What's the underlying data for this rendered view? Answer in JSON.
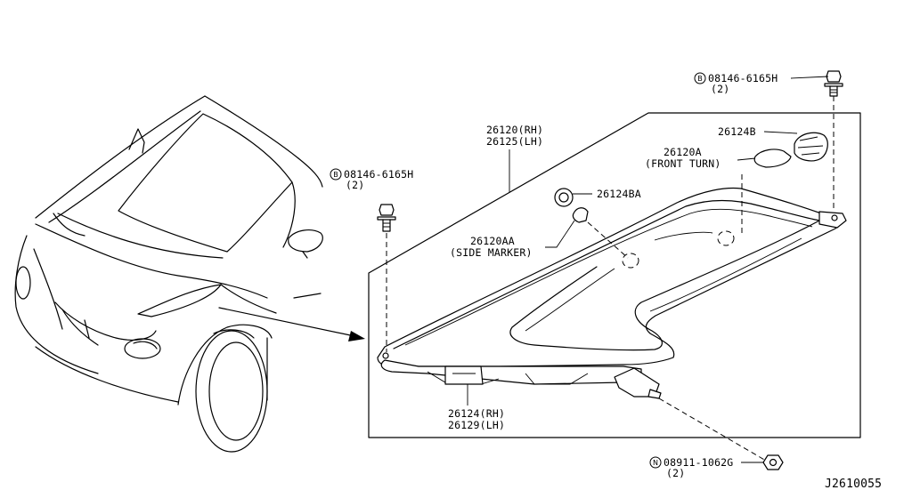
{
  "diagram": {
    "figure_id": "J2610055",
    "labels": {
      "bolt_top_number": "08146-6165H",
      "bolt_top_qty": "(2)",
      "bolt_top_prefix": "B",
      "bolt_left_number": "08146-6165H",
      "bolt_left_qty": "(2)",
      "bolt_left_prefix": "B",
      "socket_number": "26124B",
      "bulb_front_number": "26120A",
      "bulb_front_desc": "(FRONT TURN)",
      "socket_ba_number": "26124BA",
      "lamp_rh": "26120(RH)",
      "lamp_lh": "26125(LH)",
      "bulb_side_number": "26120AA",
      "bulb_side_desc": "(SIDE MARKER)",
      "harness_rh": "26124(RH)",
      "harness_lh": "26129(LH)",
      "nut_number": "08911-1062G",
      "nut_qty": "(2)",
      "nut_prefix": "N"
    }
  }
}
